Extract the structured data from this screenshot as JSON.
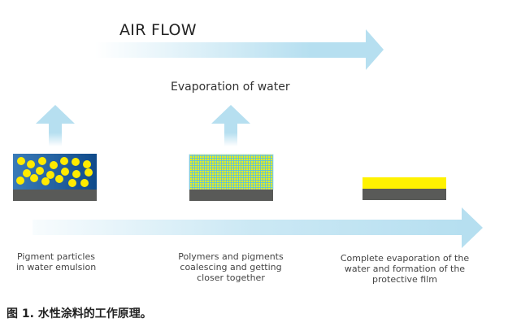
{
  "diagram": {
    "air_flow_label": "AIR FLOW",
    "evaporation_label": "Evaporation of water",
    "stages": [
      {
        "caption_lines": [
          "Pigment particles",
          "in water emulsion"
        ]
      },
      {
        "caption_lines": [
          "Polymers and pigments",
          "coalescing and getting",
          "closer together"
        ]
      },
      {
        "caption_lines": [
          "Complete evaporation of the",
          "water and formation of the",
          "protective film"
        ]
      }
    ],
    "figure_caption": "图 1. 水性涂料的工作原理。",
    "colors": {
      "arrow": "#b6dff0",
      "emulsion_blue": "#1f5f9f",
      "pigment_yellow": "#ffeb00",
      "substrate": "#595a58",
      "film_yellow": "#fff200"
    }
  }
}
